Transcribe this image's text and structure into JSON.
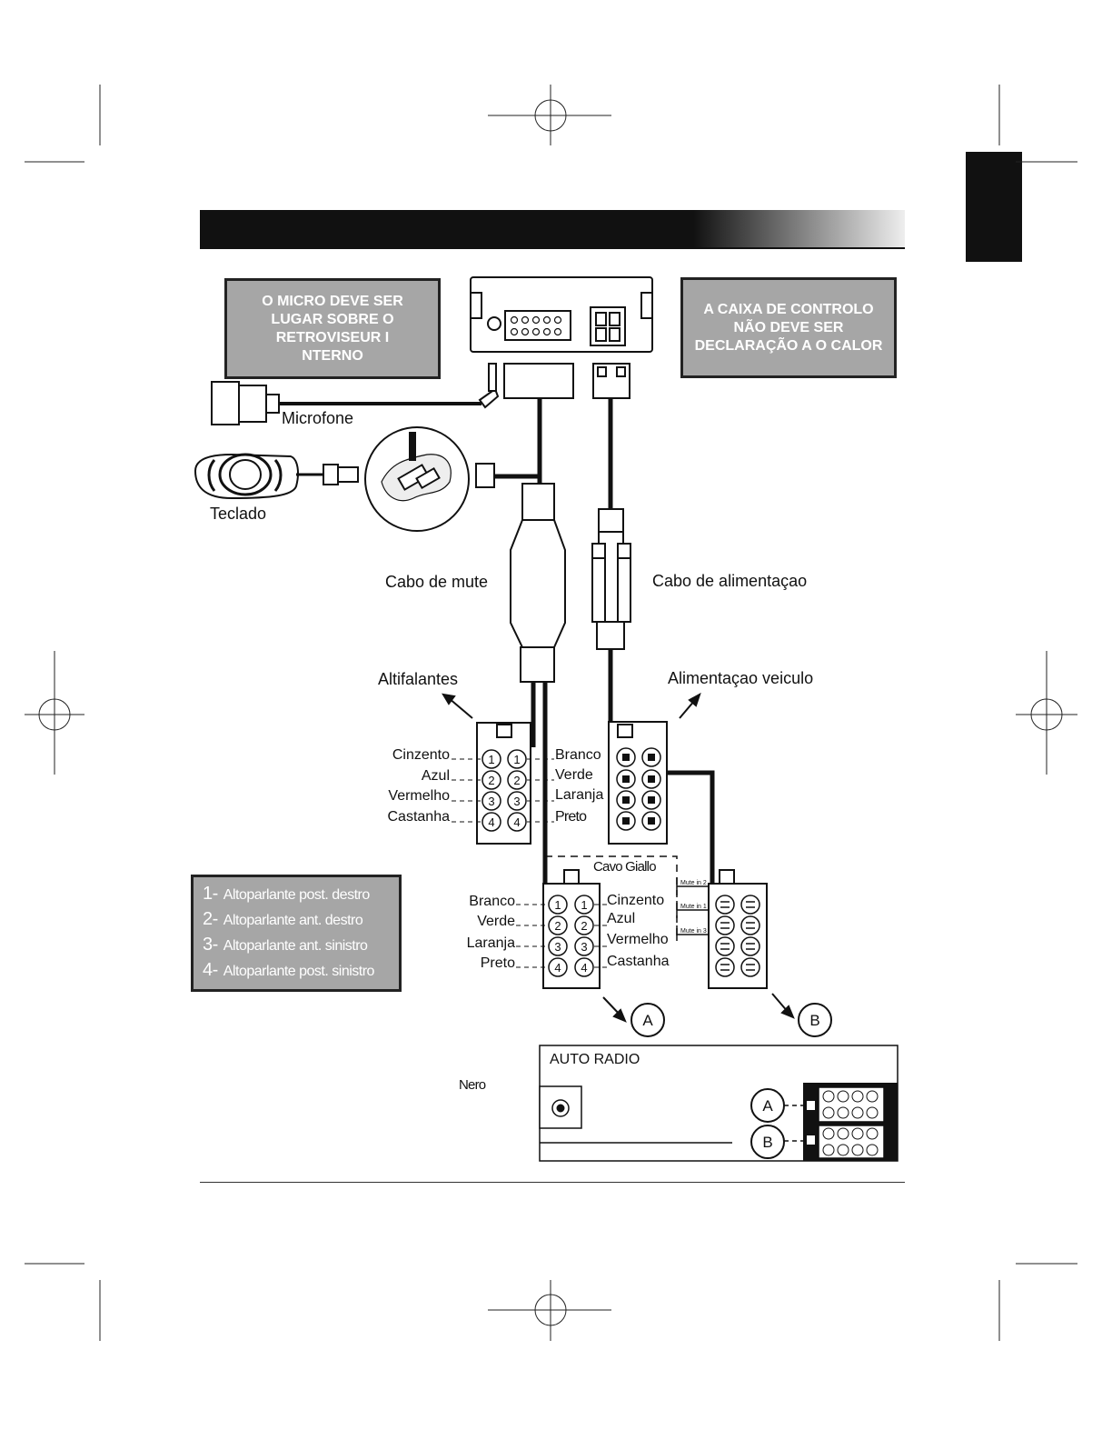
{
  "note_box": {
    "text_line1": "O MICRO DEVE SER",
    "text_line2": "LUGAR SOBRE O",
    "text_line3": "RETROVISEUR I",
    "text_line4": "NTERNO"
  },
  "warning_box": {
    "text_line1": "A CAIXA DE CONTROLO",
    "text_line2": "NÃO DEVE SER",
    "text_line3": "DECLARAÇÃO A O CALOR"
  },
  "labels": {
    "microphone": "Microfone",
    "keypad": "Teclado",
    "warning_mark": "!",
    "mute_cable": "Cabo de mute",
    "power_cable": "Cabo de alimentaçao",
    "speakers": "Altifalantes",
    "vehicle_power": "Alimentaçao veiculo",
    "yellow_cable": "Cavo Giallo",
    "black": "Nero",
    "mute_in_2": "Mute in 2",
    "mute_in_1": "Mute in 1",
    "mute_in_3": "Mute in 3",
    "connector_a": "A",
    "connector_b": "B"
  },
  "upper_connector": {
    "left_colors": [
      "Cinzento",
      "Azul",
      "Vermelho",
      "Castanha"
    ],
    "right_colors": [
      "Branco",
      "Verde",
      "Laranja",
      "Preto"
    ],
    "pins": [
      "1",
      "2",
      "3",
      "4"
    ]
  },
  "lower_connector": {
    "left_colors": [
      "Branco",
      "Verde",
      "Laranja",
      "Preto"
    ],
    "right_colors": [
      "Cinzento",
      "Azul",
      "Vermelho",
      "Castanha"
    ],
    "pins": [
      "1",
      "2",
      "3",
      "4"
    ]
  },
  "legend": [
    {
      "num": "1-",
      "text": "Altoparlante post. destro"
    },
    {
      "num": "2-",
      "text": "Altoparlante ant. destro"
    },
    {
      "num": "3-",
      "text": "Altoparlante ant. sinistro"
    },
    {
      "num": "4-",
      "text": "Altoparlante post. sinistro"
    }
  ],
  "radio": {
    "title": "AUTO RADIO"
  }
}
